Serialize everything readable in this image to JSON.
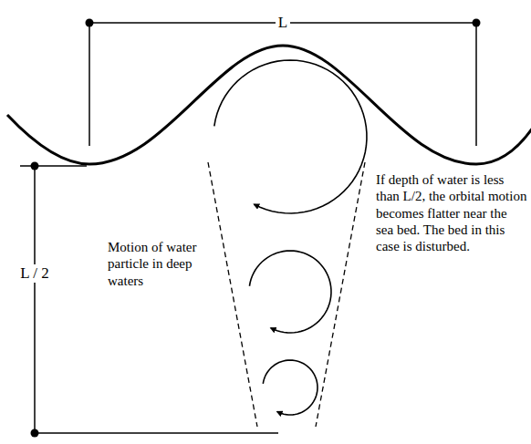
{
  "diagram": {
    "labels": [
      "L",
      "L / 2",
      "Motion of water particle in deep waters",
      "If depth of water is less than L/2, the orbital motion becomes flatter near the sea bed. The bed in this case is disturbed."
    ]
  }
}
